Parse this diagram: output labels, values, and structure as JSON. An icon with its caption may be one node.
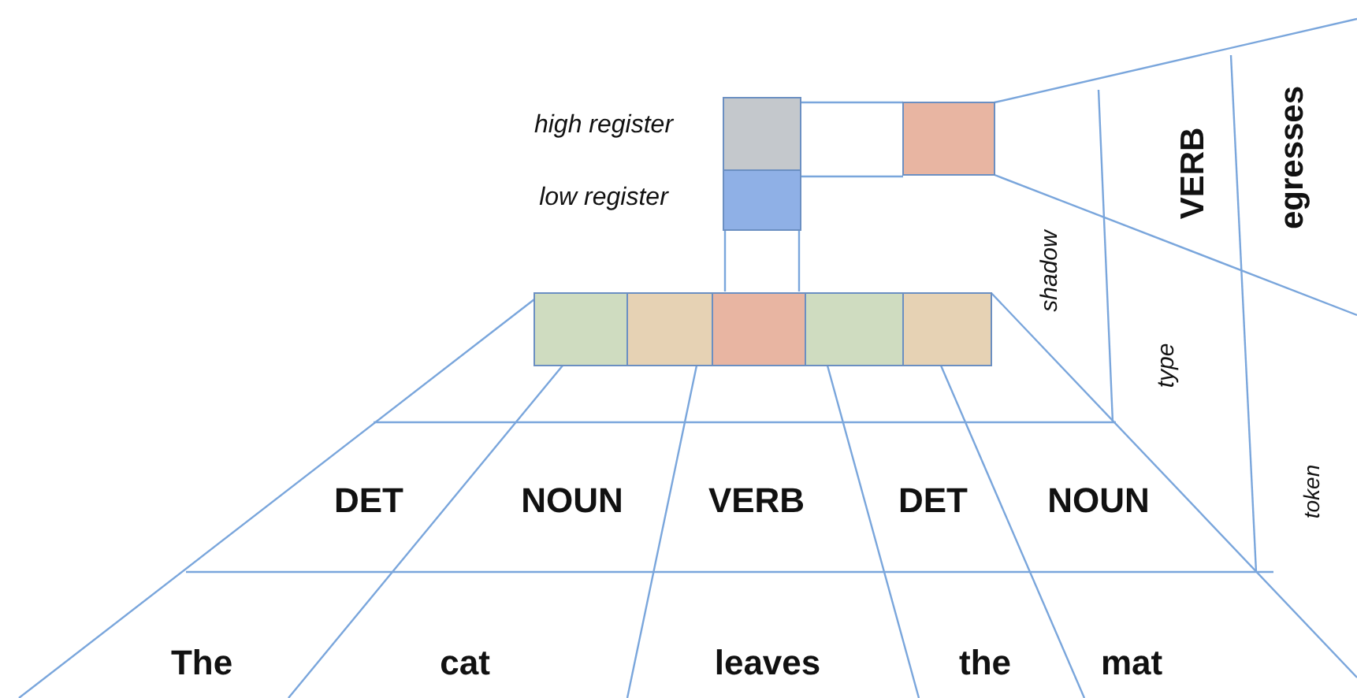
{
  "diagram": {
    "labels": [
      "high register",
      "low register",
      "VERB",
      "egresses",
      "shadow",
      "type",
      "DET",
      "NOUN",
      "VERB",
      "DET",
      "NOUN",
      "token",
      "The",
      "cat",
      "leaves",
      "the",
      "mat"
    ]
  }
}
